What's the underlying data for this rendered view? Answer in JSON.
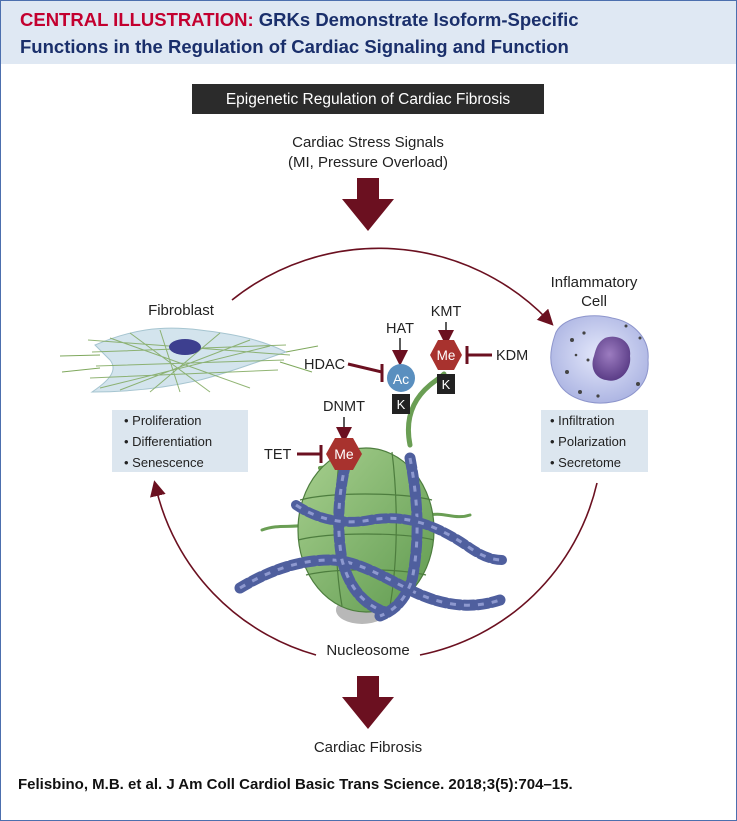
{
  "header": {
    "lead": "CENTRAL ILLUSTRATION:",
    "title_line1": "GRKs Demonstrate Isoform-Specific",
    "title_line2": "Functions in the Regulation of Cardiac Signaling and Function"
  },
  "banner": {
    "label": "Epigenetic Regulation of Cardiac Fibrosis"
  },
  "stress": {
    "line1": "Cardiac Stress Signals",
    "line2": "(MI, Pressure Overload)"
  },
  "fibroblast": {
    "label": "Fibroblast",
    "features": [
      "• Proliferation",
      "• Differentiation",
      "• Senescence"
    ]
  },
  "inflammatory": {
    "label_line1": "Inflammatory",
    "label_line2": "Cell",
    "features": [
      "• Infiltration",
      "• Polarization",
      "• Secretome"
    ]
  },
  "marks": {
    "hat": "HAT",
    "hdac": "HDAC",
    "acetyl": "Ac",
    "lysine": "K",
    "kmt": "KMT",
    "kdm": "KDM",
    "methyl": "Me",
    "dnmt": "DNMT",
    "tet": "TET"
  },
  "nucleosome": {
    "label": "Nucleosome"
  },
  "outcome": {
    "label": "Cardiac Fibrosis"
  },
  "citation": "Felisbino, M.B. et al. J Am Coll Cardiol Basic Trans Science. 2018;3(5):704–15.",
  "colors": {
    "header_bg": "#dfe8f3",
    "header_lead": "#c3002f",
    "header_title": "#1a2f6b",
    "arrow": "#6b1020",
    "banner_bg": "#2b2b2b",
    "feature_box": "#dce6ef",
    "methyl_hex": "#a8322e",
    "acetyl_circle": "#5a8fbf",
    "nucleosome": "#8fbf78",
    "dna": "#4f5f9e",
    "cell": "#c9cfee",
    "nucleus": "#7e5aa6"
  }
}
